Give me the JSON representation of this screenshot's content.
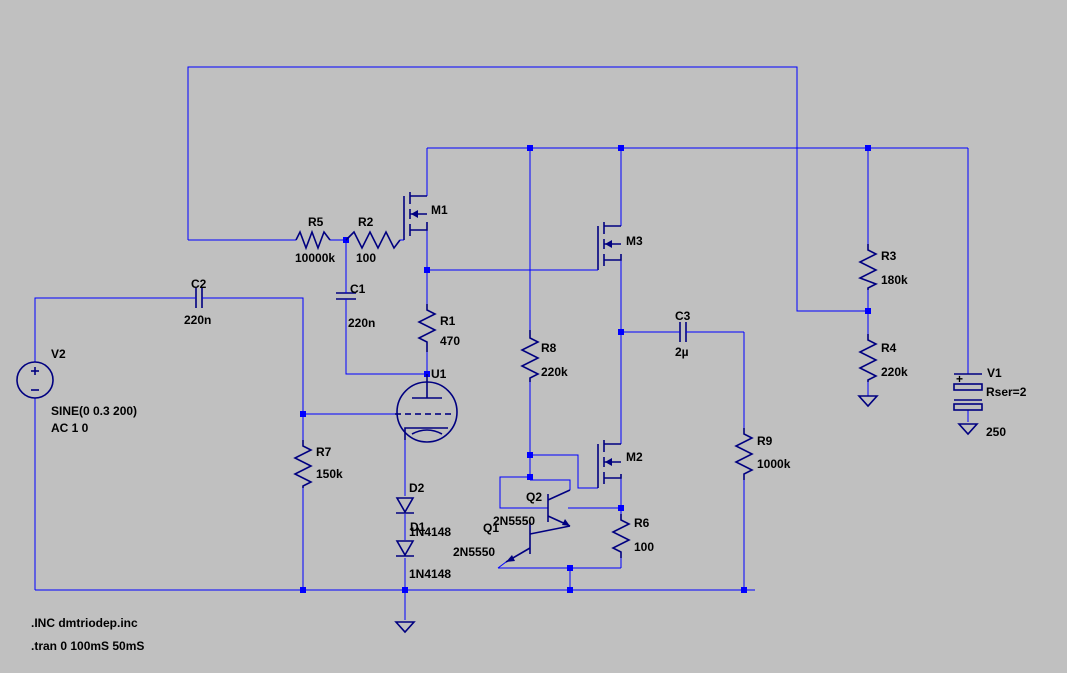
{
  "colors": {
    "background": "#c0c0c0",
    "wire": "#0000ff",
    "component": "#000080",
    "text": "#000000"
  },
  "components": {
    "r5": {
      "ref": "R5",
      "value": "10000k"
    },
    "r2": {
      "ref": "R2",
      "value": "100"
    },
    "m1": {
      "ref": "M1"
    },
    "m3": {
      "ref": "M3"
    },
    "m2": {
      "ref": "M2"
    },
    "c1": {
      "ref": "C1",
      "value": "220n"
    },
    "c2": {
      "ref": "C2",
      "value": "220n"
    },
    "c3": {
      "ref": "C3",
      "value": "2µ"
    },
    "r1": {
      "ref": "R1",
      "value": "470"
    },
    "u1": {
      "ref": "U1"
    },
    "v2": {
      "ref": "V2",
      "value": "SINE(0 0.3 200)",
      "ac": "AC 1 0"
    },
    "r7": {
      "ref": "R7",
      "value": "150k"
    },
    "d2": {
      "ref": "D2",
      "value": "1N4148"
    },
    "d1": {
      "ref": "D1",
      "value": "1N4148"
    },
    "r8": {
      "ref": "R8",
      "value": "220k"
    },
    "q2": {
      "ref": "Q2",
      "value": "2N5550"
    },
    "q1": {
      "ref": "Q1",
      "value": "2N5550"
    },
    "r6": {
      "ref": "R6",
      "value": "100"
    },
    "r9": {
      "ref": "R9",
      "value": "1000k"
    },
    "r3": {
      "ref": "R3",
      "value": "180k"
    },
    "r4": {
      "ref": "R4",
      "value": "220k"
    },
    "v1": {
      "ref": "V1",
      "rser": "Rser=2",
      "value": "250"
    }
  },
  "directives": [
    ".INC dmtriodep.inc",
    ".tran 0 100mS 50mS"
  ]
}
